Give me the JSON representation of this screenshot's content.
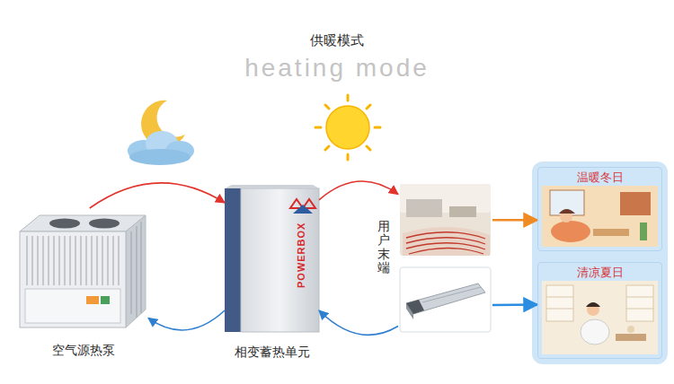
{
  "diagram": {
    "title": "供暖模式",
    "nodes": [
      {
        "text": [
          "空气源热泵"
        ]
      },
      {
        "text": [
          "相变蓄热单元"
        ]
      },
      {
        "text": [
          "用户末端"
        ]
      },
      {
        "text": [
          "温暖冬日"
        ]
      },
      {
        "text": [
          "清凉夏日"
        ]
      }
    ],
    "edges": [
      {
        "from": 0,
        "to": 1,
        "arrow": "to"
      },
      {
        "from": 1,
        "to": 2,
        "arrow": "to"
      },
      {
        "from": 2,
        "to": 1,
        "arrow": "to"
      },
      {
        "from": 1,
        "to": 0,
        "arrow": "to"
      },
      {
        "from": 2,
        "to": 3,
        "arrow": "to"
      },
      {
        "from": 2,
        "to": 4,
        "arrow": "to"
      }
    ],
    "labels": [
      "heating mode",
      "POWERBOX"
    ]
  }
}
